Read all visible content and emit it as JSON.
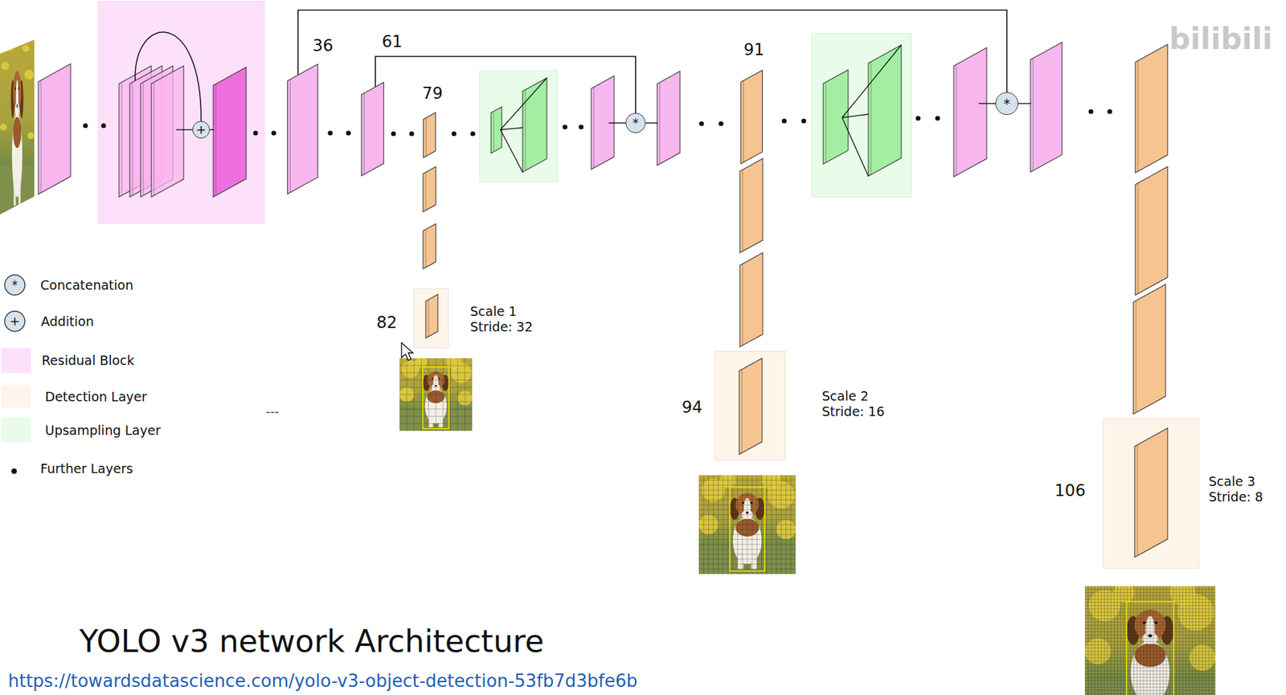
{
  "diagram": {
    "title": "YOLO v3 network Architecture",
    "nodes": [
      {
        "text": [
          "+"
        ]
      },
      {
        "text": [
          "36"
        ]
      },
      {
        "text": [
          "61"
        ]
      },
      {
        "text": [
          "79"
        ]
      },
      {
        "text": [
          "*"
        ]
      },
      {
        "text": [
          "91"
        ]
      },
      {
        "text": [
          "*"
        ]
      },
      {
        "text": [
          "82",
          "Scale 1 Stride: 32"
        ]
      },
      {
        "text": [
          "94",
          "Scale 2 Stride: 16"
        ]
      },
      {
        "text": [
          "106",
          "Scale 3 Stride: 8"
        ]
      }
    ],
    "edges": [
      {
        "from": 1,
        "to": 6,
        "arrow": "none"
      },
      {
        "from": 2,
        "to": 4,
        "arrow": "none"
      }
    ],
    "labels": [
      "*",
      "+",
      "---",
      "bilibili",
      "https://towardsdatascience.com/yolo-v3-object-detection-53fb7d3bfe6b"
    ],
    "legend": [
      {
        "text": "Concatenation"
      },
      {
        "text": "Addition"
      },
      {
        "text": "Residual Block",
        "color": "#fde1fb"
      },
      {
        "text": "Detection Layer",
        "color": "#fdf5ea"
      },
      {
        "text": "Upsampling Layer",
        "color": "#e9fbe9"
      },
      {
        "text": "Further Layers"
      }
    ]
  }
}
